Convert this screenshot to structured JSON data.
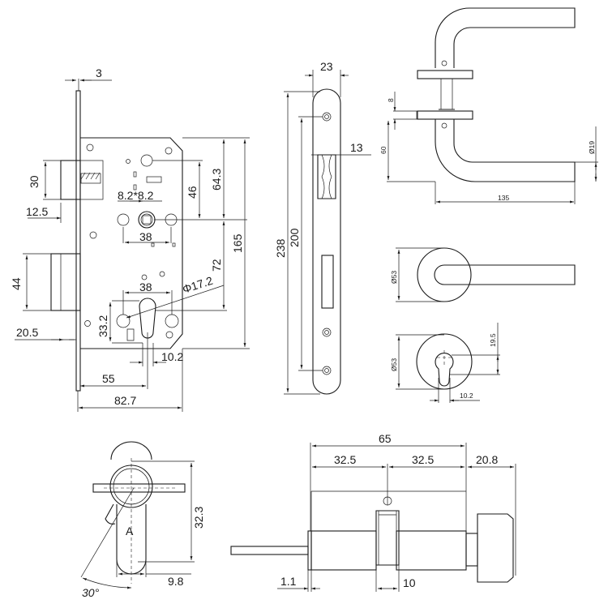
{
  "lock_body": {
    "faceplate_thickness": "3",
    "latch_height": "30",
    "latch_projection": "12.5",
    "spindle_square": "8.2*8.2",
    "spindle_to_top_inner": "46",
    "spindle_to_top": "64.3",
    "body_height": "165",
    "spindle_hole_spacing": "38",
    "spindle_to_cylinder": "72",
    "cylinder_diameter": "Φ17.2",
    "cylinder_hole_spacing": "38",
    "bolt_height": "44",
    "cylinder_height": "33.2",
    "bolt_projection": "20.5",
    "cylinder_width": "10.2",
    "backset": "55",
    "body_depth": "82.7"
  },
  "faceplate": {
    "width": "23",
    "latch_width": "13",
    "total_length": "238",
    "screw_spacing": "200"
  },
  "handle_side": {
    "rose_thickness": "8",
    "handle_height": "60",
    "handle_length": "135",
    "grip_diameter": "Ø19"
  },
  "handle_top": {
    "rose_diameter": "Ø53"
  },
  "escutcheon": {
    "rose_diameter": "Ø53",
    "keyhole_height": "19.5",
    "keyhole_width": "10.2"
  },
  "cylinder_front": {
    "height": "32.3",
    "half_width": "9.8",
    "cam_angle": "30°",
    "logo": "A"
  },
  "cylinder_side": {
    "total_length": "65",
    "left_half": "32.5",
    "right_half": "32.5",
    "knob_length": "20.8",
    "flange": "1.1",
    "cam_width": "10"
  }
}
